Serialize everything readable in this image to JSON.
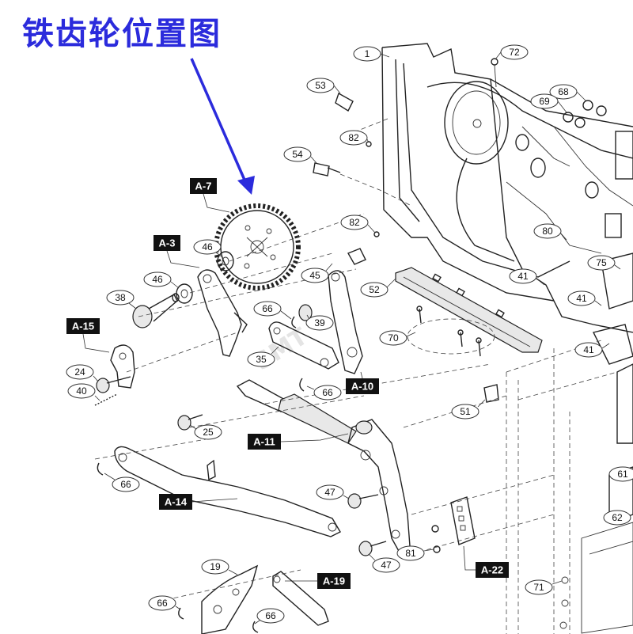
{
  "title": "铁齿轮位置图",
  "arrow_color": "#2b2bdc",
  "assembly_tags": [
    "A-7",
    "A-3",
    "A-15",
    "A-10",
    "A-11",
    "A-14",
    "A-19",
    "A-22"
  ],
  "part_numbers": [
    "1",
    "72",
    "53",
    "68",
    "69",
    "82",
    "54",
    "82",
    "46",
    "46",
    "38",
    "45",
    "52",
    "80",
    "75",
    "41",
    "41",
    "41",
    "66",
    "39",
    "35",
    "70",
    "24",
    "40",
    "66",
    "25",
    "51",
    "66",
    "47",
    "47",
    "81",
    "61",
    "62",
    "19",
    "66",
    "66",
    "71"
  ]
}
